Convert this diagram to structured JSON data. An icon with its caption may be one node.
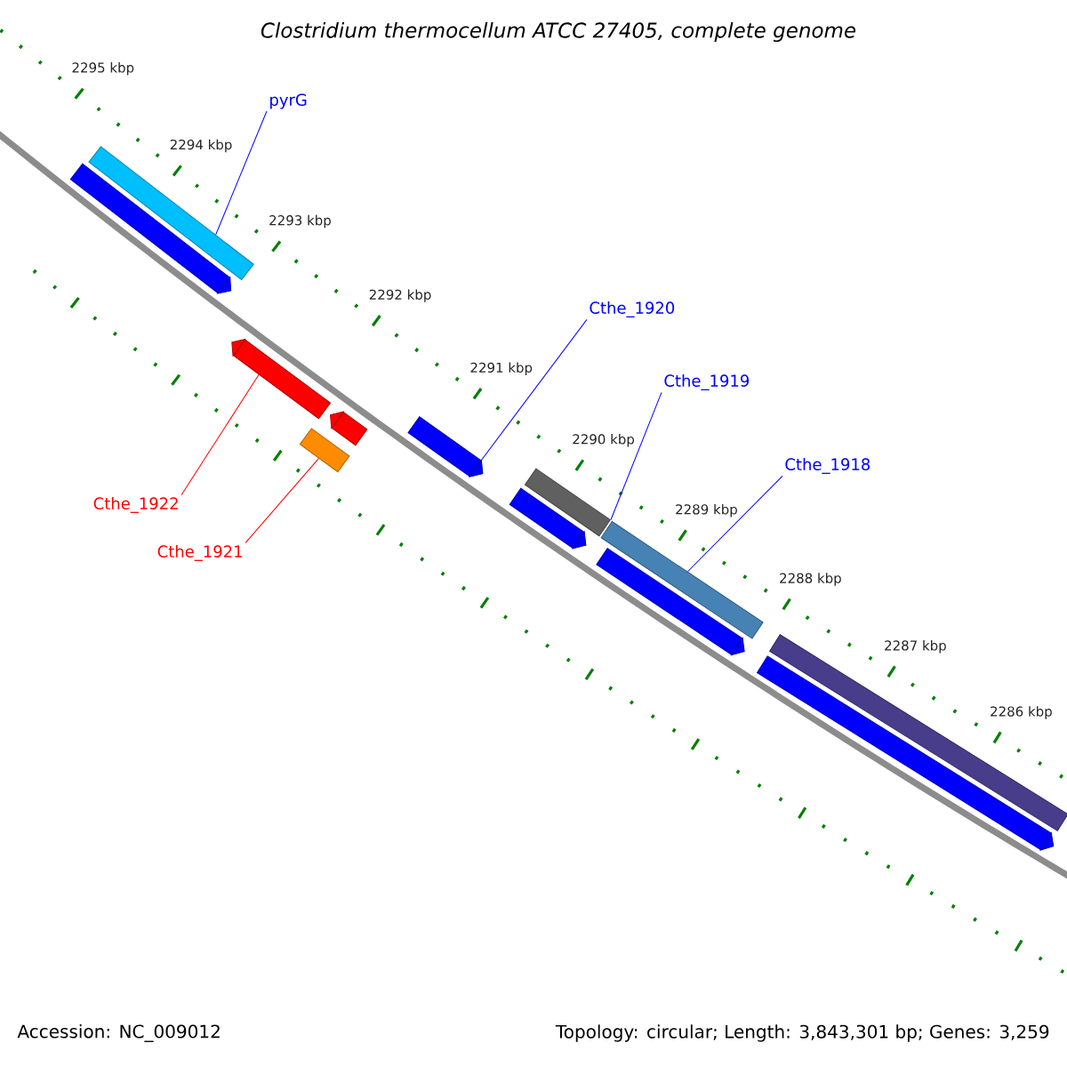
{
  "diagram": {
    "title": "Clostridium thermocellum ATCC 27405, complete genome",
    "nodes": [
      {
        "text": [
          "pyrG"
        ]
      },
      {
        "text": [],
        "shape": "bar"
      },
      {
        "text": [],
        "shape": "bar"
      },
      {
        "text": [
          "Cthe_1922"
        ]
      },
      {
        "text": [],
        "shape": "bar"
      },
      {
        "text": [],
        "shape": "bar"
      },
      {
        "text": [
          "Cthe_1921"
        ]
      },
      {
        "text": [],
        "shape": "bar"
      },
      {
        "text": [
          "Cthe_1920"
        ]
      },
      {
        "text": [],
        "shape": "bar"
      },
      {
        "text": [
          "Cthe_1919"
        ]
      },
      {
        "text": [],
        "shape": "bar"
      },
      {
        "text": [],
        "shape": "bar"
      },
      {
        "text": [
          "Cthe_1918"
        ]
      },
      {
        "text": [],
        "shape": "bar"
      },
      {
        "text": [],
        "shape": "bar"
      },
      {
        "text": [],
        "shape": "bar"
      },
      {
        "text": [],
        "shape": "bar"
      }
    ],
    "edges": [
      {
        "from": 0,
        "to": 1,
        "arrow": "none"
      },
      {
        "from": 3,
        "to": 4,
        "arrow": "none",
        "color": "#ff0000"
      },
      {
        "from": 6,
        "to": 7,
        "arrow": "none",
        "color": "#ff0000"
      },
      {
        "from": 8,
        "to": 9,
        "arrow": "none"
      },
      {
        "from": 10,
        "to": 11,
        "arrow": "none"
      },
      {
        "from": 13,
        "to": 14,
        "arrow": "none"
      }
    ],
    "labels": [
      "2295 kbp",
      "2294 kbp",
      "2293 kbp",
      "2292 kbp",
      "2291 kbp",
      "2290 kbp",
      "2289 kbp",
      "2288 kbp",
      "2287 kbp",
      "2286 kbp",
      "Accession: NC_009012",
      "Topology: circular; Length: 3,843,301 bp; Genes: 3,259"
    ]
  }
}
